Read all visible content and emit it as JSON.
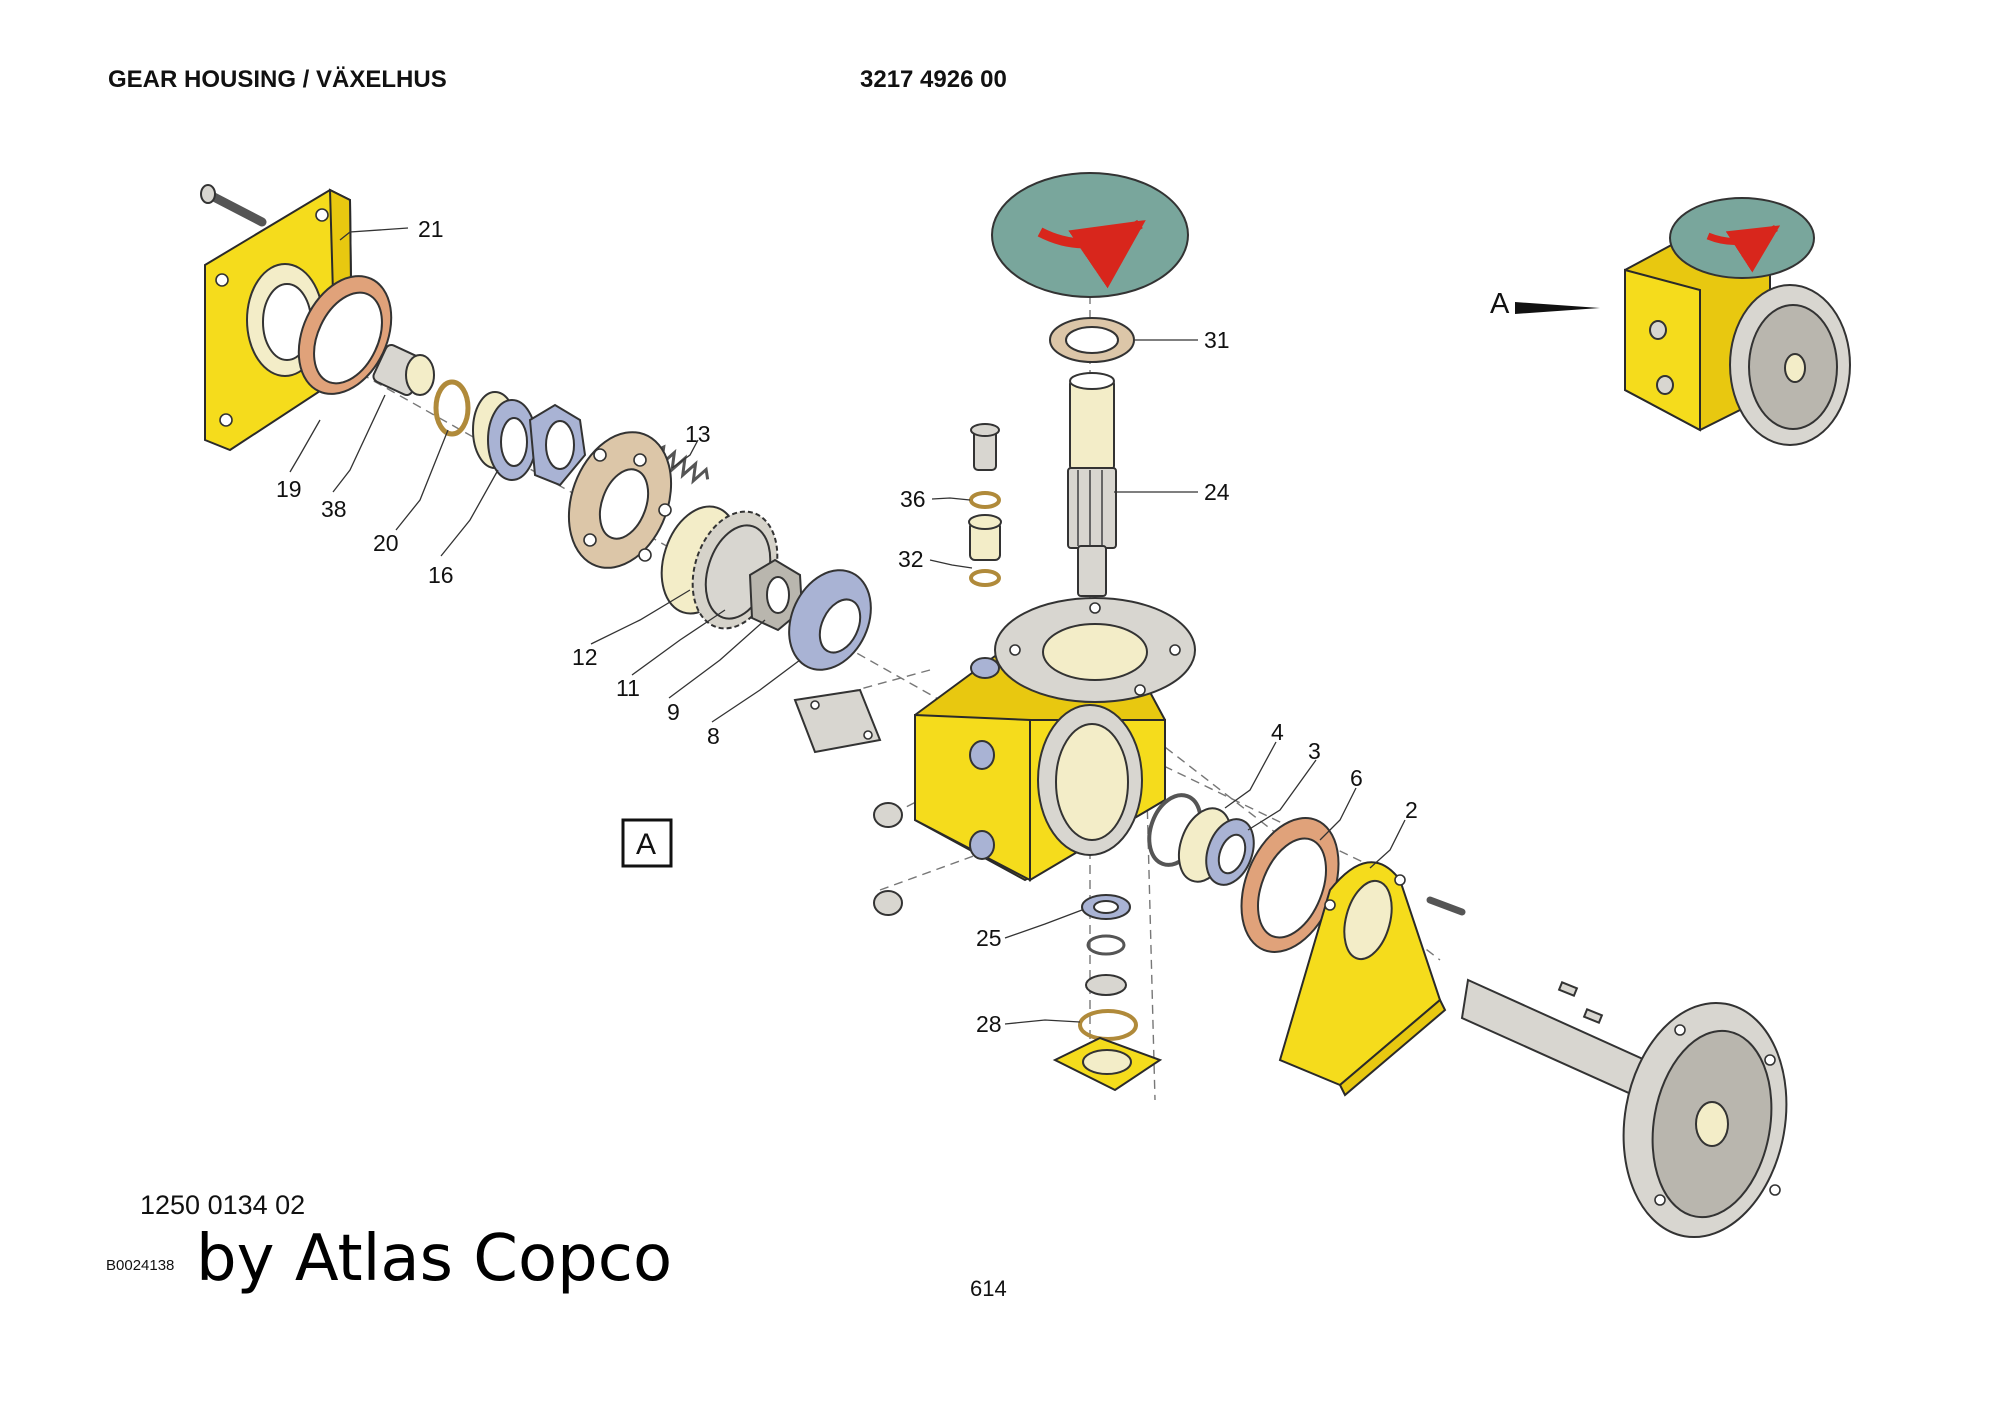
{
  "header": {
    "title": "GEAR HOUSING / VÄXELHUS",
    "part_number": "3217 4926 00"
  },
  "footer": {
    "reference": "1250 0134 02",
    "image_code": "B0024138",
    "brand": "by Atlas Copco",
    "page": "614"
  },
  "view": {
    "label": "A",
    "boxed_label": "A"
  },
  "callouts": [
    {
      "id": "21",
      "label": "21"
    },
    {
      "id": "19",
      "label": "19"
    },
    {
      "id": "38",
      "label": "38"
    },
    {
      "id": "20",
      "label": "20"
    },
    {
      "id": "16",
      "label": "16"
    },
    {
      "id": "13",
      "label": "13"
    },
    {
      "id": "12",
      "label": "12"
    },
    {
      "id": "11",
      "label": "11"
    },
    {
      "id": "9",
      "label": "9"
    },
    {
      "id": "8",
      "label": "8"
    },
    {
      "id": "36",
      "label": "36"
    },
    {
      "id": "32",
      "label": "32"
    },
    {
      "id": "31",
      "label": "31"
    },
    {
      "id": "24",
      "label": "24"
    },
    {
      "id": "4",
      "label": "4"
    },
    {
      "id": "3",
      "label": "3"
    },
    {
      "id": "6",
      "label": "6"
    },
    {
      "id": "2",
      "label": "2"
    },
    {
      "id": "25",
      "label": "25"
    },
    {
      "id": "28",
      "label": "28"
    }
  ],
  "colors": {
    "housing": "#f5dc1c",
    "cover_disc": "#79a69c",
    "arrow": "#d8261c",
    "gasket": "#e0a27a",
    "bearing": "#a9b3d4",
    "shaft": "#d8d6d0"
  }
}
